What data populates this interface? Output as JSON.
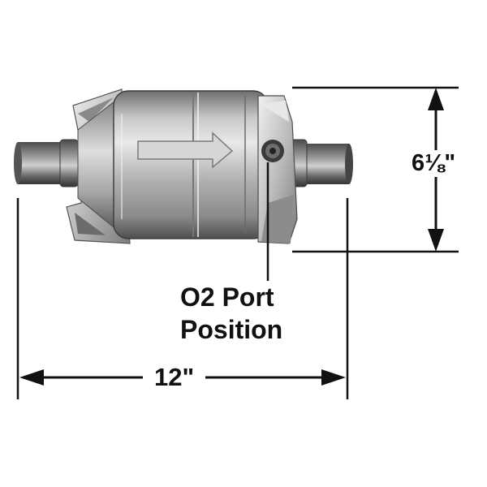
{
  "labels": {
    "o2_line1": "O2 Port",
    "o2_line2": "Position",
    "length": "12\"",
    "height": "6⅛\""
  },
  "colors": {
    "ink": "#111111",
    "metal_dark": "#5e5e5e",
    "metal_light": "#e4e4e4"
  }
}
